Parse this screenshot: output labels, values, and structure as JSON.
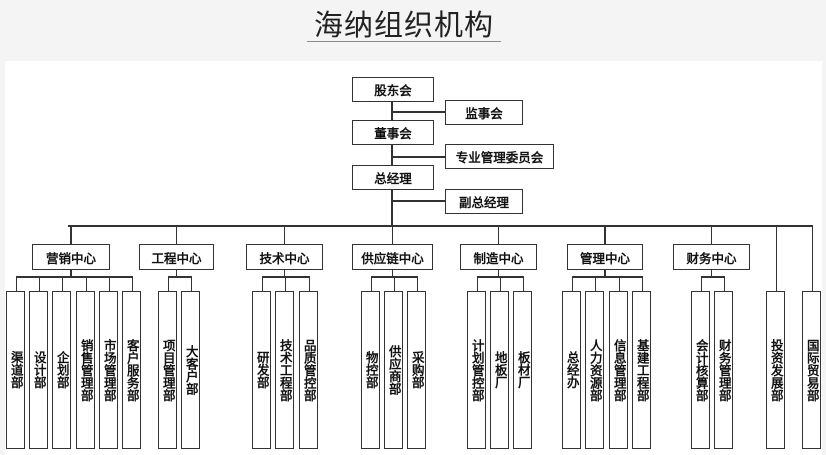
{
  "title": "海纳组织机构",
  "top": {
    "shareholders": "股东会",
    "supervisors": "监事会",
    "board": "董事会",
    "committee": "专业管理委员会",
    "gm": "总经理",
    "deputy_gm": "副总经理"
  },
  "centers": [
    {
      "name": "营销中心",
      "departments": [
        "渠道部",
        "设计部",
        "企划部",
        "销售管理部",
        "市场管理部",
        "客户服务部"
      ]
    },
    {
      "name": "工程中心",
      "departments": [
        "项目管理部",
        "大客户部"
      ]
    },
    {
      "name": "技术中心",
      "departments": [
        "研发部",
        "技术工程部",
        "品质管控部"
      ]
    },
    {
      "name": "供应链中心",
      "departments": [
        "物控部",
        "供应商部",
        "采购部"
      ]
    },
    {
      "name": "制造中心",
      "departments": [
        "计划管控部",
        "地板厂",
        "板材厂"
      ]
    },
    {
      "name": "管理中心",
      "departments": [
        "总经办",
        "人力资源部",
        "信息管理部",
        "基建工程部"
      ]
    },
    {
      "name": "财务中心",
      "departments": [
        "会计核算部",
        "财务管理部"
      ]
    }
  ],
  "independent": [
    "投资发展部",
    "国际贸易部"
  ]
}
